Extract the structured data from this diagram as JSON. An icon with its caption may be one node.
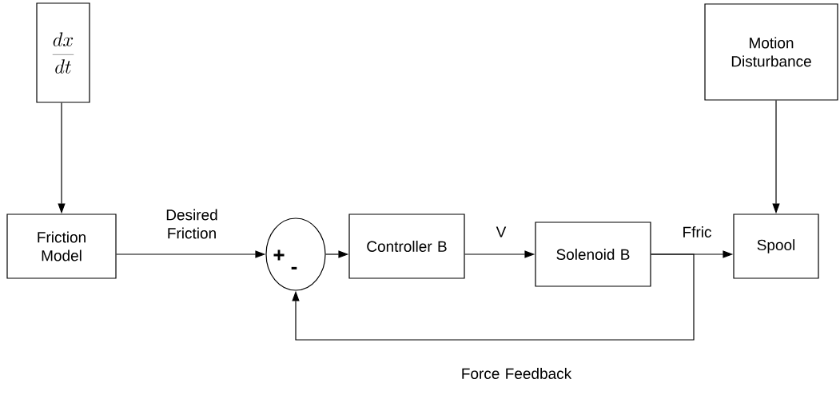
{
  "diagram": {
    "nodes": [
      {
        "text": [
          "\\frac{dx}{dt}"
        ]
      },
      {
        "text": [
          "Friction Model"
        ]
      },
      {
        "text": [
          "Motion Disturbance"
        ]
      },
      {
        "text": [
          "+",
          "-"
        ]
      },
      {
        "text": [
          "Controller B"
        ]
      },
      {
        "text": [
          "Solenoid B"
        ]
      },
      {
        "text": [
          "Spool"
        ]
      }
    ],
    "edges": [
      {
        "from": 0,
        "to": 1,
        "arrow": "to"
      },
      {
        "from": 1,
        "to": 3,
        "arrow": "to",
        "label": "Desired Friction"
      },
      {
        "from": 3,
        "to": 4,
        "arrow": "to"
      },
      {
        "from": 4,
        "to": 5,
        "arrow": "to",
        "label": "V"
      },
      {
        "from": 5,
        "to": 6,
        "arrow": "to",
        "label": "Ffric"
      },
      {
        "from": 2,
        "to": 6,
        "arrow": "to"
      },
      {
        "from": 5,
        "to": 3,
        "arrow": "to",
        "label": "Force Feedback"
      }
    ]
  }
}
